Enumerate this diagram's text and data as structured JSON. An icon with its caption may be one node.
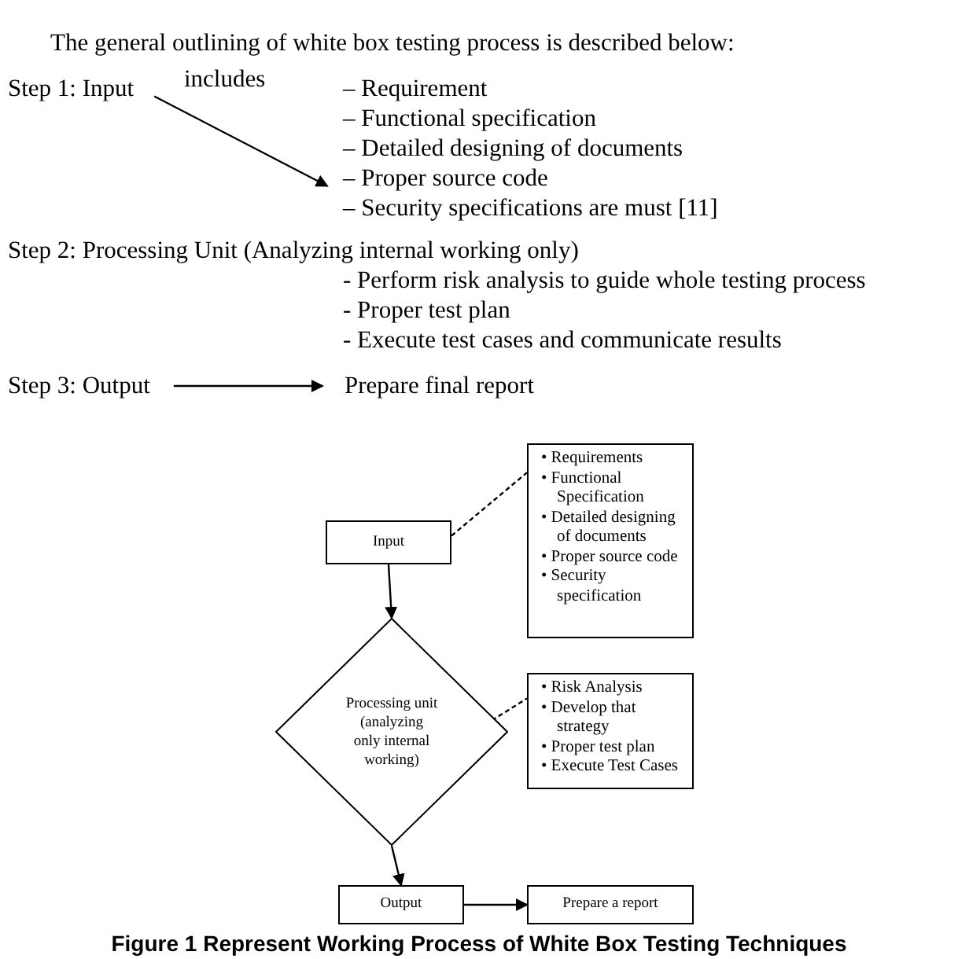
{
  "diagram": {
    "caption": "Figure 1 Represent Working Process of White Box Testing Techniques",
    "nodes": [
      {
        "text": [
          "Step 1: Input"
        ]
      },
      {
        "text": [
          "– Requirement",
          "– Functional specification",
          "– Detailed designing of documents",
          "– Proper source code",
          "– Security specifications are must [11]"
        ]
      },
      {
        "text": [
          "Step 3: Output"
        ]
      },
      {
        "text": [
          "Prepare final report"
        ]
      },
      {
        "text": [
          "Input"
        ]
      },
      {
        "text": [
          "• Requirements",
          "• Functional Specification",
          "• Detailed designing of documents",
          "• Proper source code",
          "• Security specification"
        ]
      },
      {
        "text": [
          "Processing unit (analyzing only internal working)"
        ]
      },
      {
        "text": [
          "• Risk Analysis",
          "• Develop that strategy",
          "• Proper test plan",
          "• Execute Test Cases"
        ]
      },
      {
        "text": [
          "Output"
        ]
      },
      {
        "text": [
          "Prepare a report"
        ]
      }
    ],
    "edges": [
      {
        "from": 0,
        "to": 1,
        "arrow": "to",
        "label": "includes"
      },
      {
        "from": 2,
        "to": 3,
        "arrow": "to"
      },
      {
        "from": 4,
        "to": 5,
        "arrow": "none",
        "style": "dashed"
      },
      {
        "from": 4,
        "to": 6,
        "arrow": "to"
      },
      {
        "from": 6,
        "to": 7,
        "arrow": "none",
        "style": "dashed"
      },
      {
        "from": 6,
        "to": 8,
        "arrow": "to"
      },
      {
        "from": 8,
        "to": 9,
        "arrow": "to"
      }
    ],
    "labels": [
      "The general outlining of white box testing process is described below:",
      "Step 2: Processing Unit (Analyzing internal working only)",
      "-  Perform risk analysis to guide whole testing process",
      "-  Proper test plan",
      "-  Execute test cases and communicate results"
    ]
  }
}
